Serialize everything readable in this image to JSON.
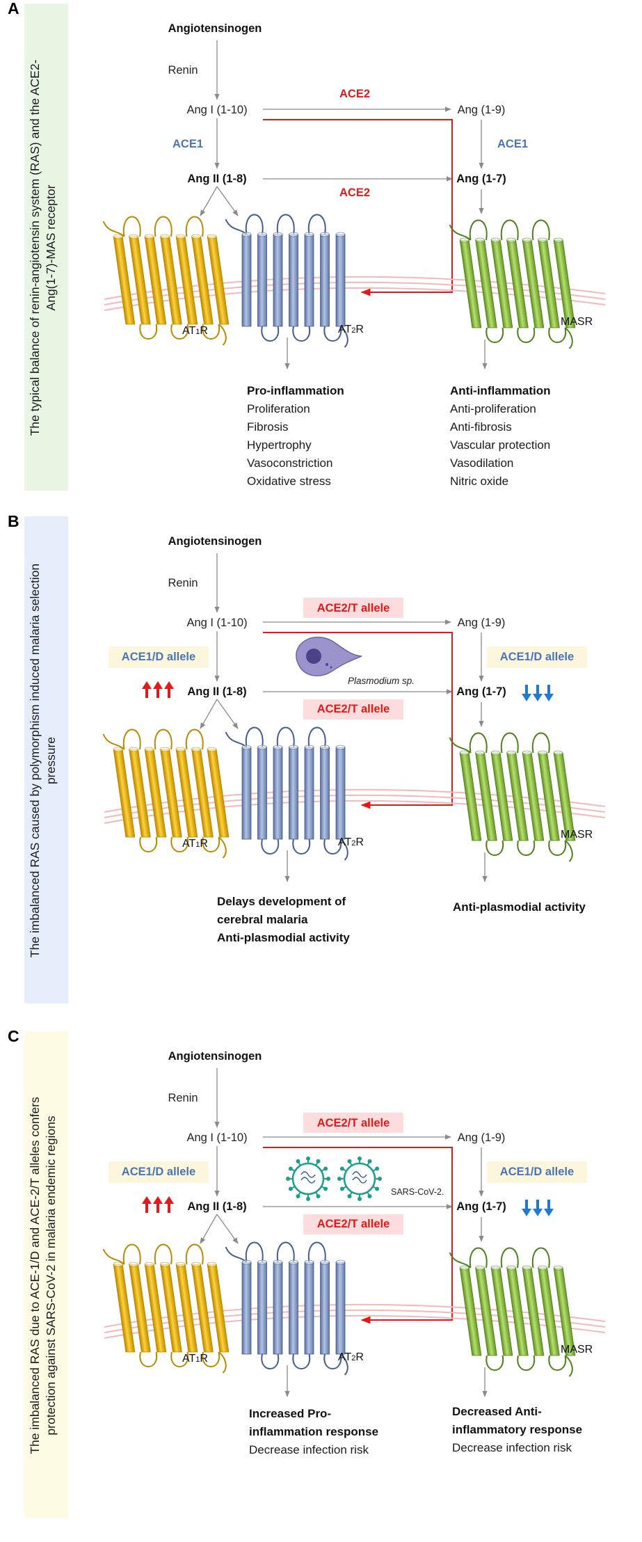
{
  "colors": {
    "panel_a_side": "#eaf6e4",
    "panel_b_side": "#e7eefb",
    "panel_c_side": "#fdfbe3",
    "ace2": "#e01a1a",
    "ace1": "#4a74b8",
    "ace2_box": "#fcdcdc",
    "ace1_box": "#fcf7dc",
    "up_arrow": "#e01a1a",
    "down_arrow": "#1f7bd1",
    "at1r": "#f2b705",
    "at2r": "#7f98cc",
    "masr": "#86bd3f",
    "membrane": "#f5b8b8",
    "plasmodium": "#9b93cc",
    "virus": "#1f9e8b"
  },
  "panels": [
    {
      "letter": "A",
      "side_title": [
        "The typical balance of renin-angiotensin system (RAS) and the ACE2-",
        "Ang(1-7)-MAS receptor"
      ],
      "angiotensinogen": "Angiotensinogen",
      "renin": "Renin",
      "ang_i": "Ang I (1-10)",
      "ang_1_9": "Ang (1-9)",
      "ang_ii": "Ang II (1-8)",
      "ang_1_7": "Ang (1-7)",
      "ace2_top": "ACE2",
      "ace2_bottom": "ACE2",
      "ace1_left": "ACE1",
      "ace1_right": "ACE1",
      "at1r": [
        "AT",
        "1",
        "R"
      ],
      "at2r": [
        "AT",
        "2",
        "R"
      ],
      "masr": "MASR",
      "left_effects": [
        "Pro-inflammation",
        "Proliferation",
        "Fibrosis",
        "Hypertrophy",
        "Vasoconstriction",
        "Oxidative stress"
      ],
      "right_effects": [
        "Anti-inflammation",
        "Anti-proliferation",
        "Anti-fibrosis",
        "Vascular protection",
        "Vasodilation",
        "Nitric oxide"
      ]
    },
    {
      "letter": "B",
      "side_title": [
        "The imbalanced RAS caused by polymorphism induced malaria selection",
        "pressure"
      ],
      "angiotensinogen": "Angiotensinogen",
      "renin": "Renin",
      "ang_i": "Ang I (1-10)",
      "ang_1_9": "Ang (1-9)",
      "ang_ii": "Ang II (1-8)",
      "ang_1_7": "Ang (1-7)",
      "ace2_top": "ACE2/T allele",
      "ace2_bottom": "ACE2/T allele",
      "ace1_left": "ACE1/D allele",
      "ace1_right": "ACE1/D allele",
      "pathogen_label": "Plasmodium sp.",
      "at1r": [
        "AT",
        "1",
        "R"
      ],
      "at2r": [
        "AT",
        "2",
        "R"
      ],
      "masr": "MASR",
      "left_effects": [
        "Delays development of",
        "cerebral malaria",
        "Anti-plasmodial activity"
      ],
      "right_effects": [
        "Anti-plasmodial activity"
      ]
    },
    {
      "letter": "C",
      "side_title": [
        "The imbalanced RAS due to ACE-1/D and ACE-2/T alleles confers",
        "protection against SARS-CoV-2 in malaria endemic regions"
      ],
      "angiotensinogen": "Angiotensinogen",
      "renin": "Renin",
      "ang_i": "Ang I (1-10)",
      "ang_1_9": "Ang (1-9)",
      "ang_ii": "Ang II (1-8)",
      "ang_1_7": "Ang (1-7)",
      "ace2_top": "ACE2/T allele",
      "ace2_bottom": "ACE2/T allele",
      "ace1_left": "ACE1/D allele",
      "ace1_right": "ACE1/D allele",
      "pathogen_label": "SARS-CoV-2.",
      "at1r": [
        "AT",
        "1",
        "R"
      ],
      "at2r": [
        "AT",
        "2",
        "R"
      ],
      "masr": "MASR",
      "left_effects": [
        "Increased Pro-",
        "inflammation response",
        "Decrease infection risk"
      ],
      "right_effects": [
        "Decreased Anti-",
        "inflammatory response",
        "Decrease infection risk"
      ]
    }
  ]
}
